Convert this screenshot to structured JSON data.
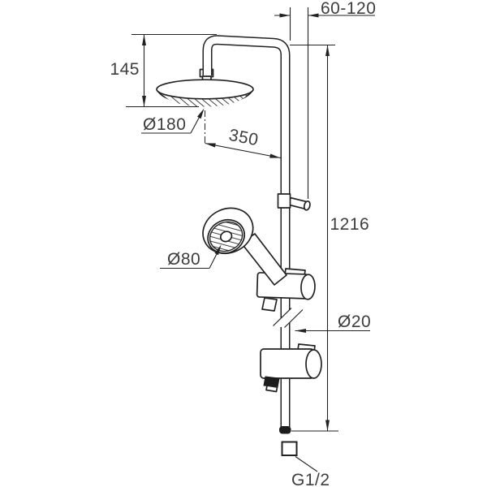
{
  "drawing": {
    "background_color": "#ffffff",
    "line_color": "#222222",
    "text_color": "#3d3d3d",
    "labels": {
      "wall_offset": "60-120",
      "head_drop": "145",
      "head_diameter": "Ø180",
      "reach": "350",
      "total_height": "1216",
      "hand_shower_diameter": "Ø80",
      "rail_diameter": "Ø20",
      "connection_thread": "G1/2"
    }
  }
}
